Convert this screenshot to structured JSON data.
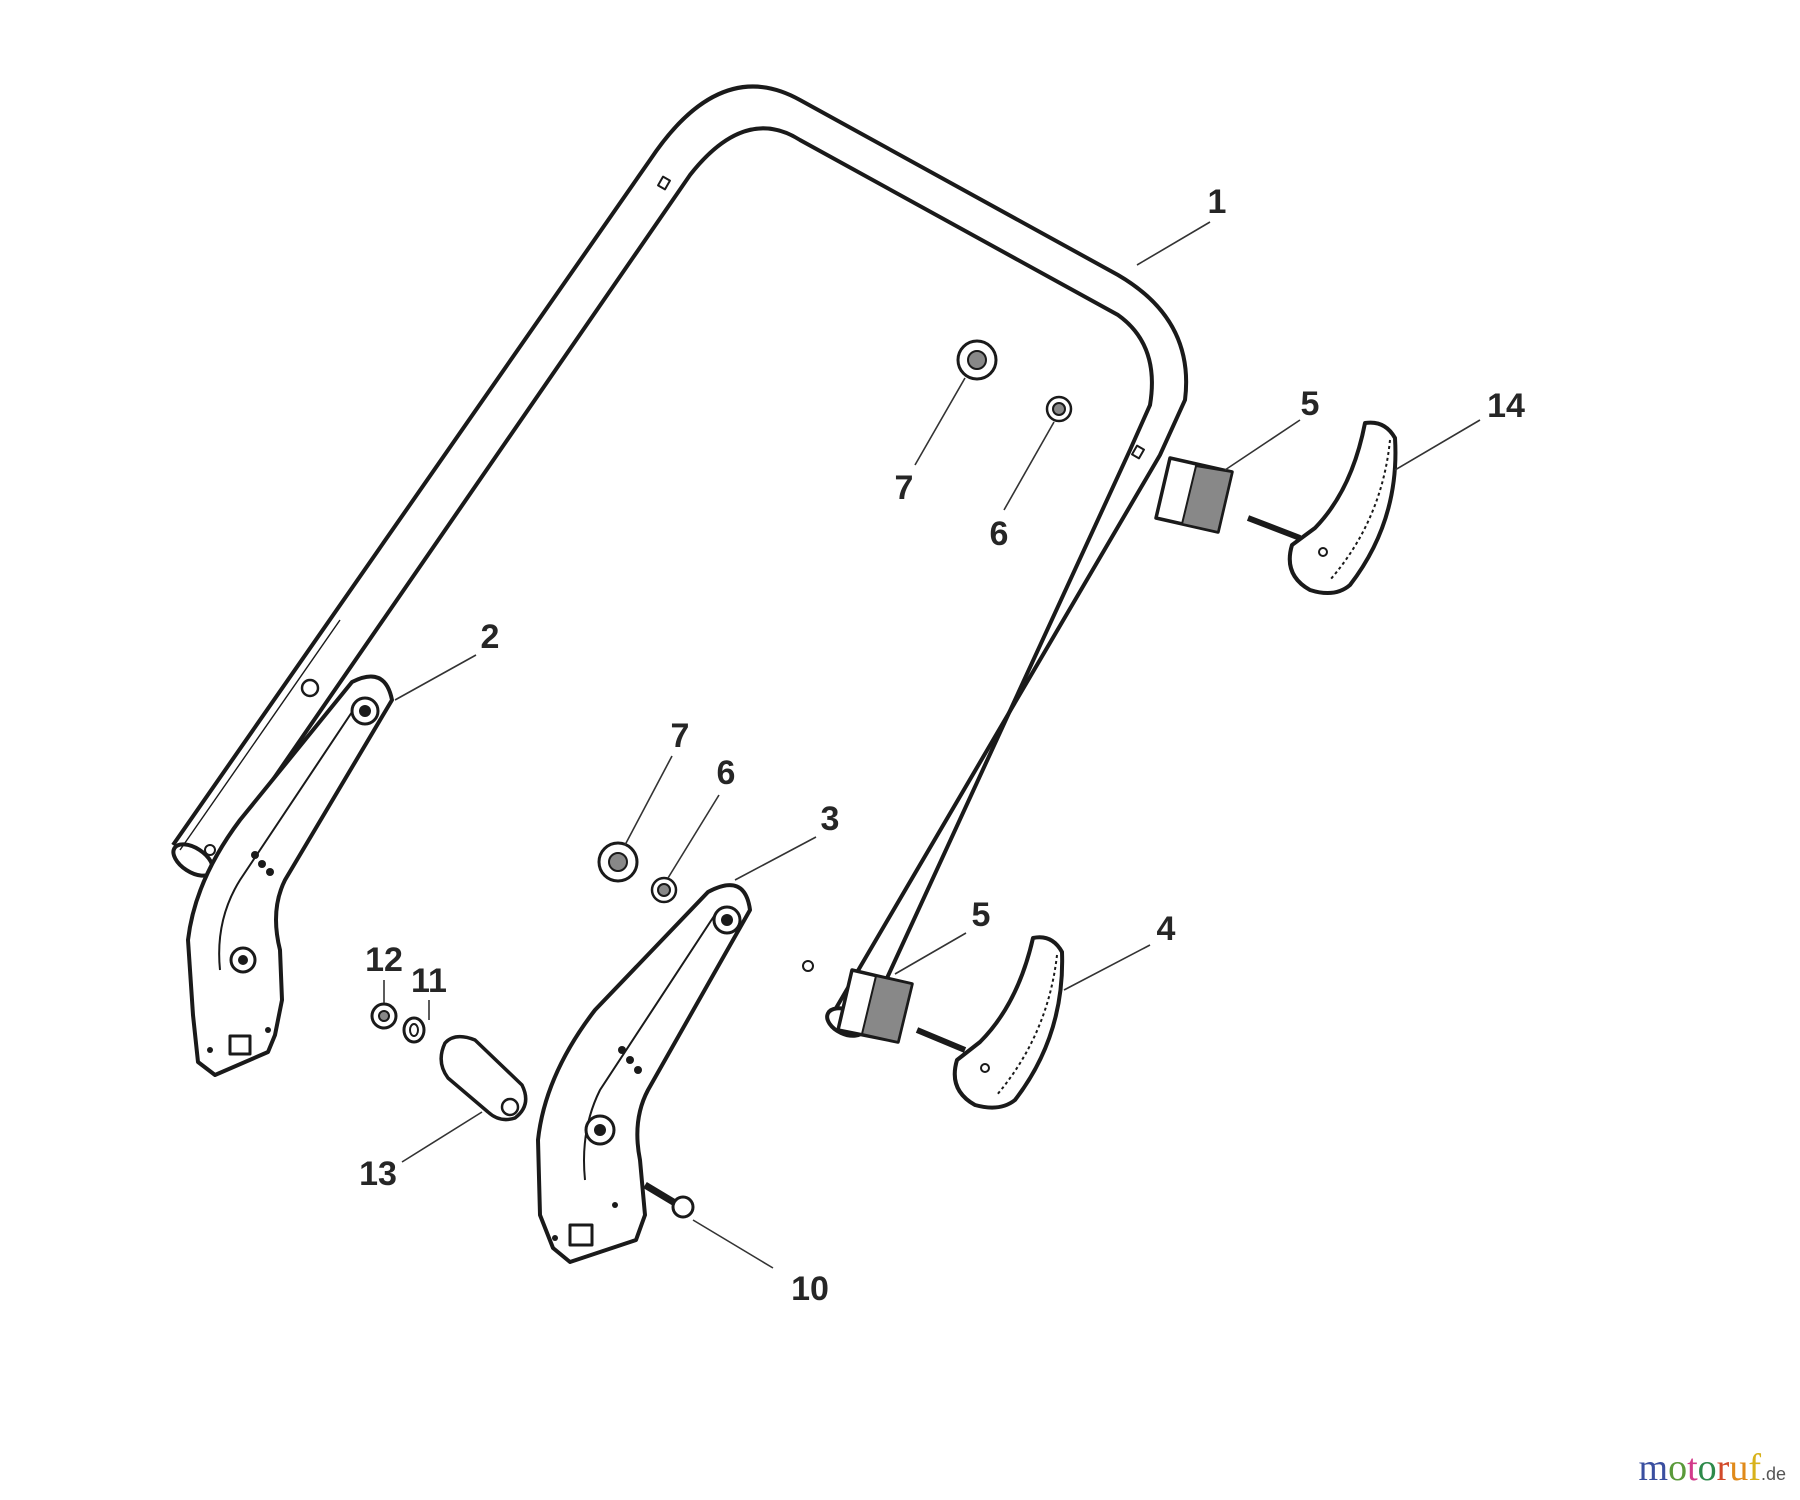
{
  "diagram": {
    "type": "exploded-parts-diagram",
    "subject": "lawn mower lower handle assembly"
  },
  "callouts": [
    {
      "id": "1",
      "label": "1",
      "part": "handle-bar-frame"
    },
    {
      "id": "2",
      "label": "2",
      "part": "left-handle-bracket"
    },
    {
      "id": "3",
      "label": "3",
      "part": "right-handle-bracket"
    },
    {
      "id": "4",
      "label": "4",
      "part": "lower-handle-knob"
    },
    {
      "id": "5a",
      "label": "5",
      "part": "upper-clamp-block"
    },
    {
      "id": "5b",
      "label": "5",
      "part": "lower-clamp-block"
    },
    {
      "id": "6a",
      "label": "6",
      "part": "upper-nut"
    },
    {
      "id": "6b",
      "label": "6",
      "part": "lower-nut"
    },
    {
      "id": "7a",
      "label": "7",
      "part": "upper-star-washer"
    },
    {
      "id": "7b",
      "label": "7",
      "part": "lower-star-washer"
    },
    {
      "id": "10",
      "label": "10",
      "part": "screw"
    },
    {
      "id": "11",
      "label": "11",
      "part": "washer"
    },
    {
      "id": "12",
      "label": "12",
      "part": "nut"
    },
    {
      "id": "13",
      "label": "13",
      "part": "height-adjust-lever"
    },
    {
      "id": "14",
      "label": "14",
      "part": "upper-handle-knob"
    }
  ],
  "watermark": {
    "letters": [
      "m",
      "o",
      "t",
      "o",
      "r",
      "u",
      "f"
    ],
    "colors": [
      "#3a4fa0",
      "#5a9a3a",
      "#d23a8a",
      "#2e8a4a",
      "#d24a2a",
      "#e08a1a",
      "#d8b21a"
    ],
    "tld": ".de",
    "mark": "˙"
  }
}
